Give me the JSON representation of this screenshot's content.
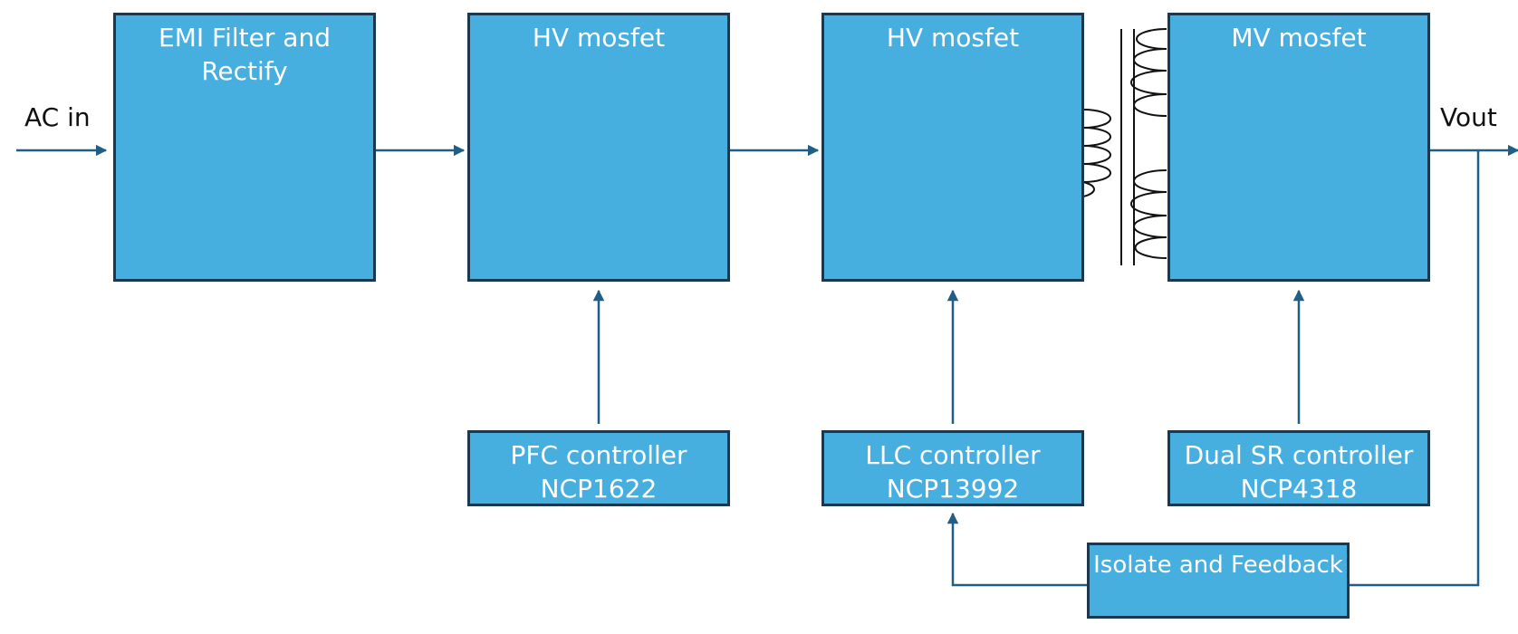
{
  "colors": {
    "block_fill": "#47aee0",
    "block_border": "#1a3950",
    "block_text": "#ffffff",
    "wire": "#1f5f86",
    "coil": "#111111"
  },
  "labels": {
    "input": "AC in",
    "output": "Vout"
  },
  "blocks": {
    "emi": "EMI Filter and Rectify",
    "pfc_mosfet": "HV mosfet",
    "llc_mosfet": "HV mosfet",
    "sr_mosfet": "MV mosfet",
    "pfc_ctrl_line1": "PFC controller",
    "pfc_ctrl_line2": "NCP1622",
    "llc_ctrl_line1": "LLC controller",
    "llc_ctrl_line2": "NCP13992",
    "sr_ctrl_line1": "Dual SR controller",
    "sr_ctrl_line2": "NCP4318",
    "feedback": "Isolate and Feedback"
  }
}
